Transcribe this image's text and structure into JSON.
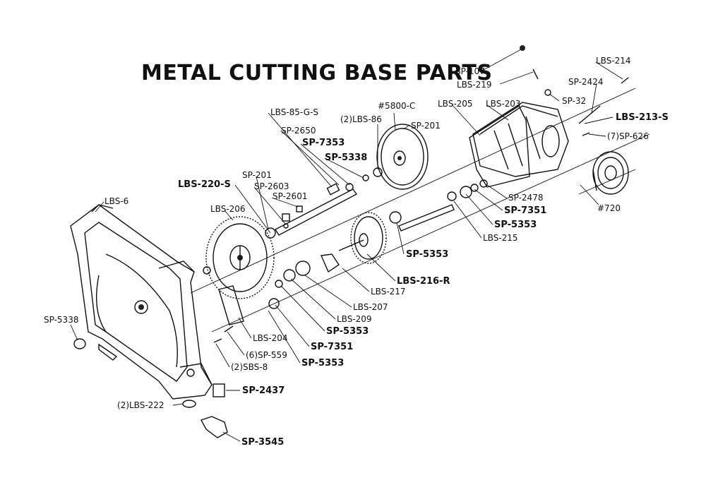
{
  "title": "METAL CUTTING BASE PARTS",
  "labels": {
    "sp_107": "SP-107",
    "lbs_219": "LBS-219",
    "sp_32": "SP-32",
    "lbs_214": "LBS-214",
    "sp_2424": "SP-2424",
    "lbs_213_s": "LBS-213-S",
    "sp_626_7": "(7)SP-626",
    "num_720": "#720",
    "lbs_205": "LBS-205",
    "lbs_203": "LBS-203",
    "num_5800_c": "#5800-C",
    "lbs_86_2": "(2)LBS-86",
    "sp_201_a": "SP-201",
    "lbs_85_g_s": "LBS-85-G-S",
    "sp_2650": "SP-2650",
    "sp_7353": "SP-7353",
    "sp_5338_a": "SP-5338",
    "sp_201_b": "SP-201",
    "lbs_220_s": "LBS-220-S",
    "sp_2603": "SP-2603",
    "sp_2601": "SP-2601",
    "lbs_206": "LBS-206",
    "lbs_6": "LBS-6",
    "sp_2478": "SP-2478",
    "sp_7351_a": "SP-7351",
    "sp_5353_a": "SP-5353",
    "lbs_215": "LBS-215",
    "sp_5353_b": "SP-5353",
    "lbs_216_r": "LBS-216-R",
    "lbs_217": "LBS-217",
    "lbs_207": "LBS-207",
    "lbs_209": "LBS-209",
    "sp_5353_c": "SP-5353",
    "sp_7351_b": "SP-7351",
    "sp_5353_d": "SP-5353",
    "lbs_204": "LBS-204",
    "sp_559_6": "(6)SP-559",
    "sbs_8_2": "(2)SBS-8",
    "sp_5338_b": "SP-5338",
    "sp_2437": "SP-2437",
    "lbs_222_2": "(2)LBS-222",
    "sp_3545": "SP-3545"
  }
}
